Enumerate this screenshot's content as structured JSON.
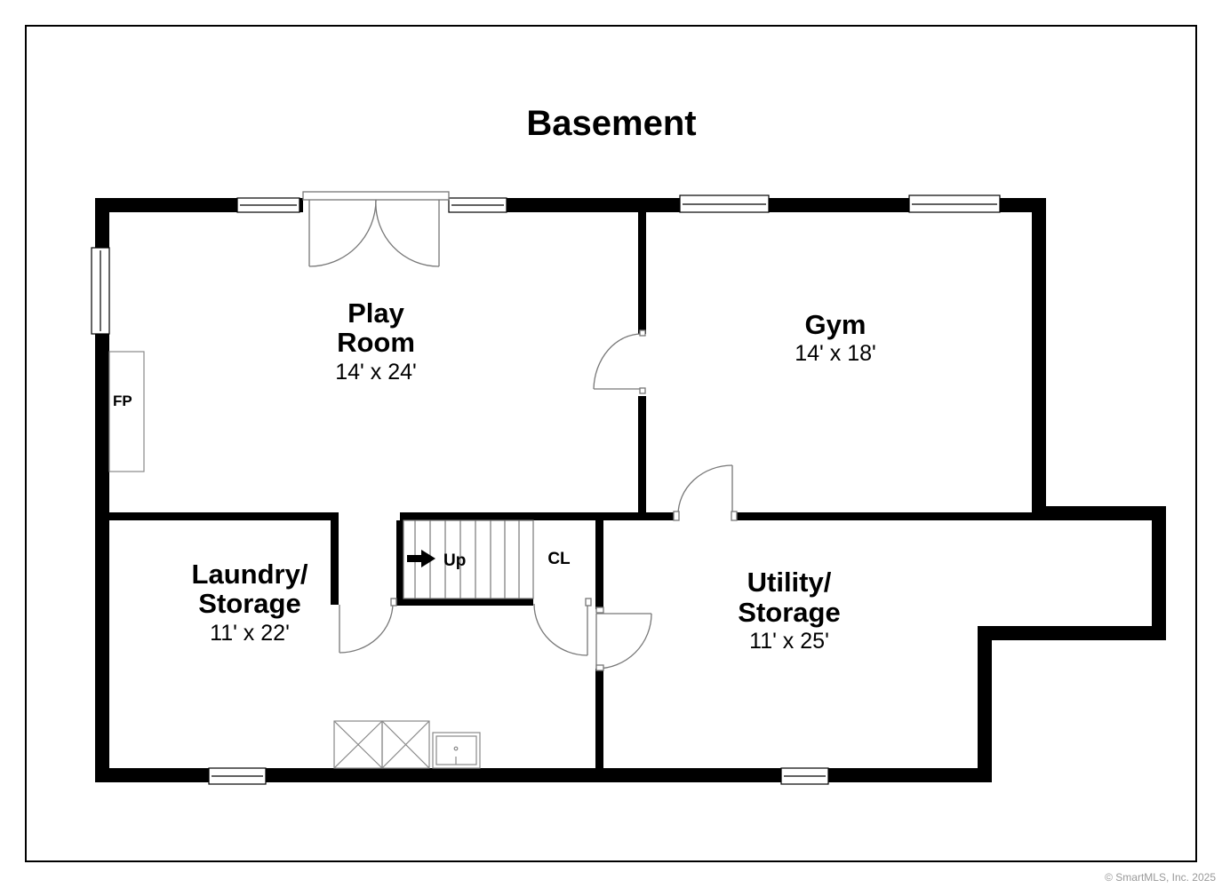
{
  "title": "Basement",
  "rooms": {
    "play_room": {
      "name_line1": "Play",
      "name_line2": "Room",
      "dims": "14' x 24'"
    },
    "gym": {
      "name": "Gym",
      "dims": "14' x 18'"
    },
    "laundry": {
      "name_line1": "Laundry/",
      "name_line2": "Storage",
      "dims": "11' x 22'"
    },
    "utility": {
      "name_line1": "Utility/",
      "name_line2": "Storage",
      "dims": "11' x 25'"
    }
  },
  "labels": {
    "fireplace": "FP",
    "closet": "CL",
    "stairs": "Up"
  },
  "copyright": "© SmartMLS, Inc.  2025",
  "colors": {
    "wall": "#000000",
    "fixture": "#888888",
    "background": "#ffffff"
  }
}
